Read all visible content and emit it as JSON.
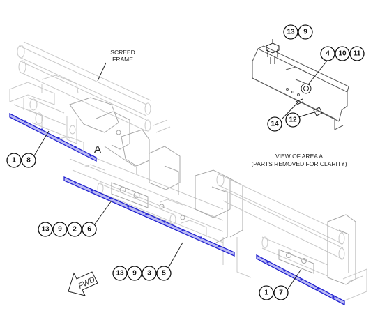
{
  "labels": {
    "screed_line1": "SCREED",
    "screed_line2": "FRAME",
    "area": "A",
    "view_line1": "VIEW OF AREA A",
    "view_line2": "(PARTS REMOVED FOR CLARITY)",
    "fwd": "FWD"
  },
  "callouts": {
    "top_a": "13",
    "top_b": "9",
    "right_a": "4",
    "right_b": "10",
    "right_c": "11",
    "detail_14": "14",
    "detail_12": "12",
    "upper_left_a": "1",
    "upper_left_b": "8",
    "middle_a": "13",
    "middle_b": "9",
    "middle_c": "2",
    "middle_d": "6",
    "lower_a": "13",
    "lower_b": "9",
    "lower_c": "3",
    "lower_d": "5",
    "right_bottom_a": "1",
    "right_bottom_b": "7"
  },
  "colors": {
    "highlight_stroke": "#2323d0",
    "highlight_fill": "#b9b9f5"
  }
}
